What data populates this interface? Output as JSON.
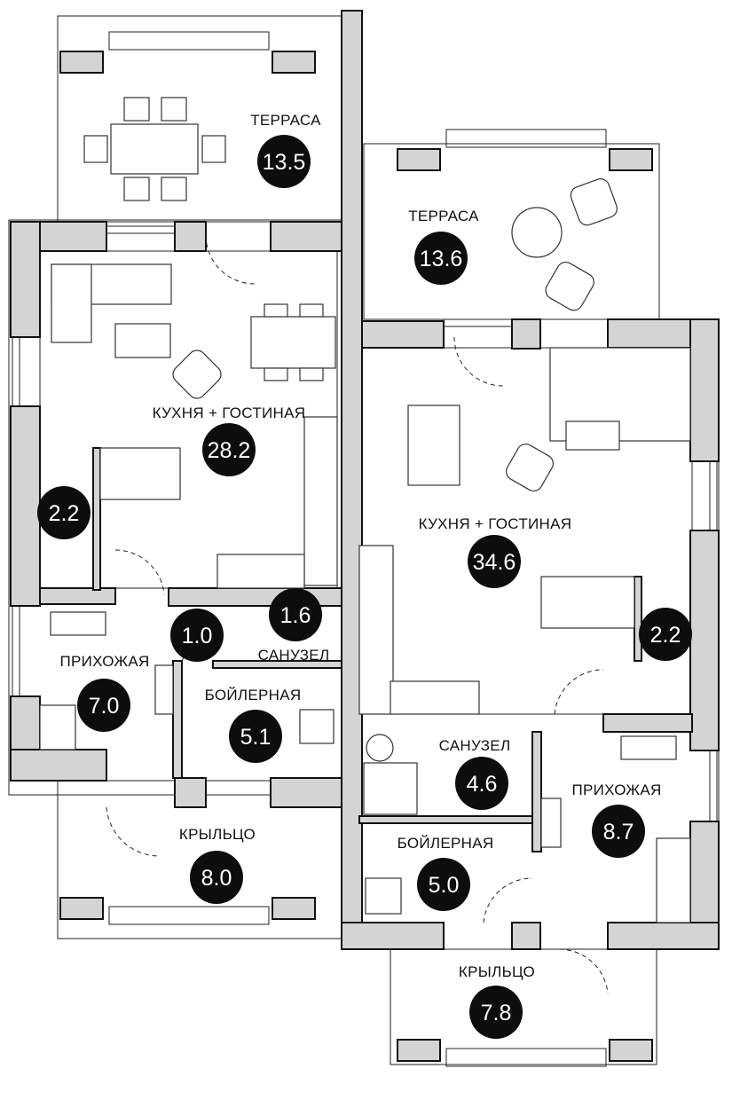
{
  "plan": {
    "rooms": [
      {
        "name": "ТЕРРАСА",
        "area": "13.5"
      },
      {
        "name": "ТЕРРАСА",
        "area": "13.6"
      },
      {
        "name": "КУХНЯ + ГОСТИНАЯ",
        "area": "28.2"
      },
      {
        "name": "",
        "area": "2.2"
      },
      {
        "name": "САНУЗЕЛ",
        "area": "1.6"
      },
      {
        "name": "",
        "area": "1.0"
      },
      {
        "name": "ПРИХОЖАЯ",
        "area": "7.0"
      },
      {
        "name": "БОЙЛЕРНАЯ",
        "area": "5.1"
      },
      {
        "name": "КРЫЛЬЦО",
        "area": "8.0"
      },
      {
        "name": "КУХНЯ + ГОСТИНАЯ",
        "area": "34.6"
      },
      {
        "name": "",
        "area": "2.2"
      },
      {
        "name": "САНУЗЕЛ",
        "area": "4.6"
      },
      {
        "name": "ПРИХОЖАЯ",
        "area": "8.7"
      },
      {
        "name": "БОЙЛЕРНАЯ",
        "area": "5.0"
      },
      {
        "name": "КРЫЛЬЦО",
        "area": "7.8"
      }
    ]
  }
}
